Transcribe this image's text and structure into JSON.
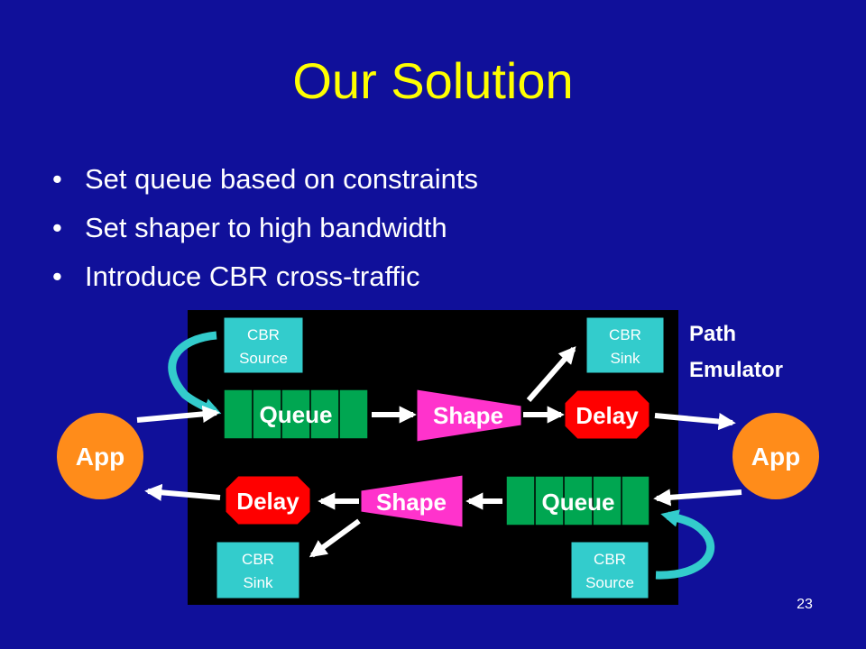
{
  "slide": {
    "title": "Our Solution",
    "bullets": [
      "Set queue based on constraints",
      "Set shaper to high bandwidth",
      "Introduce CBR cross-traffic"
    ],
    "page_number": "23"
  },
  "diagram": {
    "emulator_label_line1": "Path",
    "emulator_label_line2": "Emulator",
    "app_left": "App",
    "app_right": "App",
    "top_path": {
      "cbr_source": [
        "CBR",
        "Source"
      ],
      "cbr_sink": [
        "CBR",
        "Sink"
      ],
      "queue": "Queue",
      "shape": "Shape",
      "delay": "Delay"
    },
    "bottom_path": {
      "cbr_source": [
        "CBR",
        "Source"
      ],
      "cbr_sink": [
        "CBR",
        "Sink"
      ],
      "queue": "Queue",
      "shape": "Shape",
      "delay": "Delay"
    }
  },
  "colors": {
    "background": "#10109a",
    "title": "#ffff00",
    "emulator_box": "#000000",
    "cbr_box": "#33cccc",
    "queue": "#00a651",
    "shape": "#ff33cc",
    "delay": "#ff0000",
    "app": "#ff8c1a"
  }
}
